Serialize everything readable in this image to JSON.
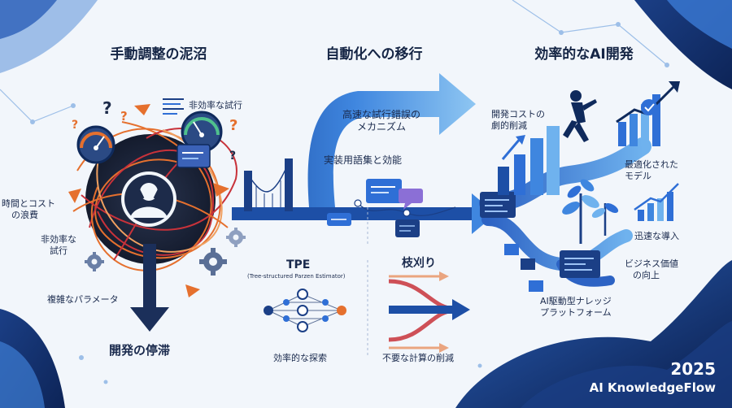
{
  "headers": {
    "left": "手動調整の泥沼",
    "center": "自動化への移行",
    "right": "効率的なAI開発"
  },
  "left_labels": {
    "inefficient_trials_top": "非効率な試行",
    "time_cost_line1": "時間とコスト",
    "time_cost_line2": "の浪費",
    "inefficient_line1": "非効率な",
    "inefficient_line2": "試行",
    "complex_params": "複雑なパラメータ",
    "stagnation": "開発の停滞"
  },
  "center_labels": {
    "fast_trial_line1": "高速な試行錯誤の",
    "fast_trial_line2": "メカニズム",
    "terms": "実装用語集と効能",
    "tpe": "TPE",
    "tpe_full": "(Tree-structured Parzen Estimator)",
    "efficient_search": "効率的な探索",
    "pruning": "枝刈り",
    "reduce_compute": "不要な計算の削減"
  },
  "right_labels": {
    "cost_line1": "開発コストの",
    "cost_line2": "劇的削減",
    "optimized_line1": "最適化された",
    "optimized_line2": "モデル",
    "fast_deploy": "迅速な導入",
    "biz_line1": "ビジネス価値",
    "biz_line2": "の向上",
    "platform_line1": "AI駆動型ナレッジ",
    "platform_line2": "プラットフォーム"
  },
  "branding": {
    "year": "2025",
    "name": "AI KnowledgeFlow"
  },
  "colors": {
    "navy": "#0f2a5c",
    "blue": "#2f6fd6",
    "light_blue": "#8ec3f0",
    "orange": "#e5702e",
    "red": "#c8323a",
    "bg": "#f2f6fb"
  },
  "icons": [
    "question-mark-icon",
    "gauge-icon",
    "gear-icon",
    "stressed-person-icon",
    "arrow-icon",
    "code-window-icon",
    "chat-bubble-icon",
    "runner-icon",
    "plant-icon",
    "growth-chart-icon",
    "checkmark-icon",
    "neural-net-icon"
  ]
}
